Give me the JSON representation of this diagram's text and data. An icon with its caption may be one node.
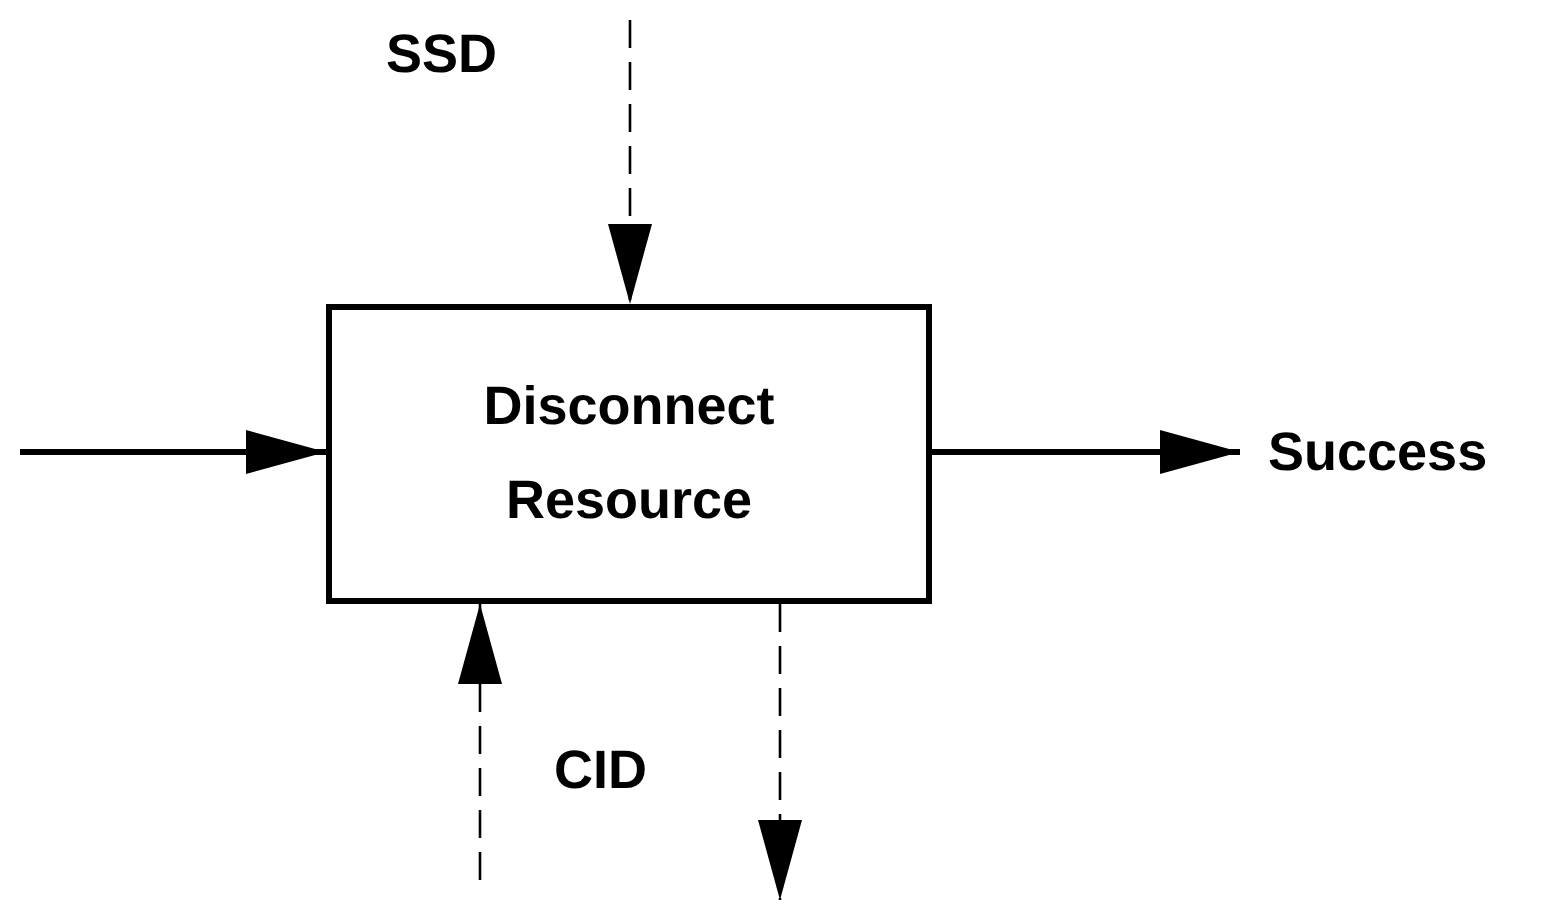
{
  "diagram": {
    "nodes": [
      {
        "text": [
          "Disconnect Resource"
        ]
      },
      {
        "text": [
          "Success"
        ]
      }
    ],
    "edges": [
      {
        "from": null,
        "to": 0,
        "arrow": "to",
        "style": "thick"
      },
      {
        "from": null,
        "to": 0,
        "arrow": "to",
        "style": "dashed"
      },
      {
        "from": 0,
        "to": 1,
        "arrow": "to",
        "style": "thick"
      },
      {
        "from": null,
        "to": 0,
        "arrow": "to",
        "style": "dashed"
      },
      {
        "from": 0,
        "to": null,
        "arrow": "to",
        "style": "dashed"
      }
    ],
    "labels": [
      "SSD",
      "CID"
    ]
  }
}
